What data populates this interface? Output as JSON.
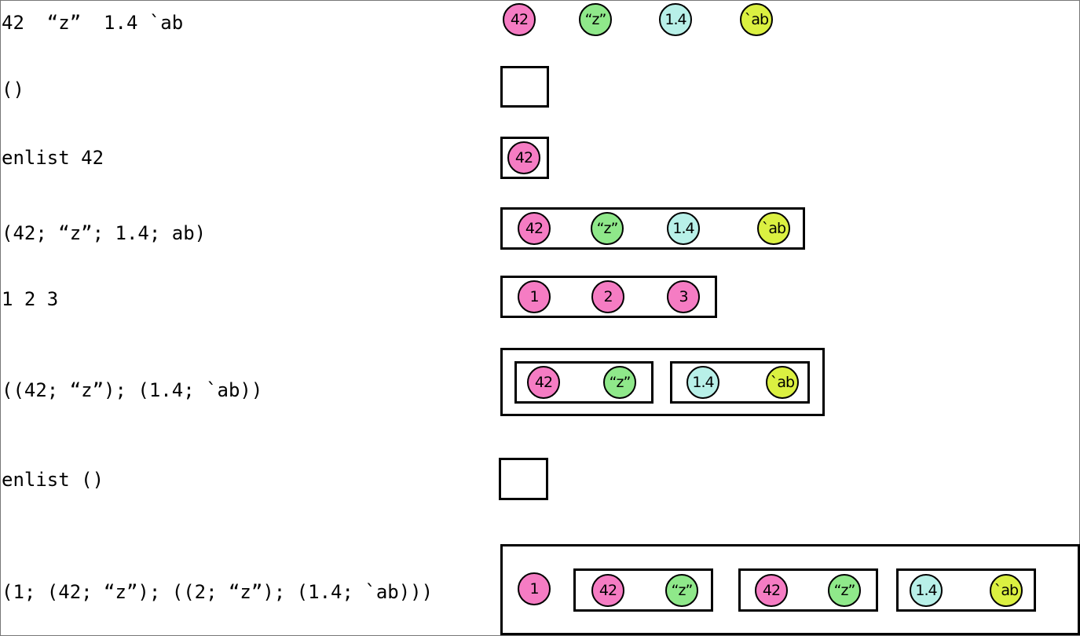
{
  "rows": [
    {
      "expression": "42  “z”  1.4 `ab"
    },
    {
      "expression": "()"
    },
    {
      "expression": "enlist 42"
    },
    {
      "expression": "(42; “z”; 1.4; ab)"
    },
    {
      "expression": "1 2 3"
    },
    {
      "expression": "((42; “z”); (1.4; `ab))"
    },
    {
      "expression": "enlist ()"
    },
    {
      "expression": "(1; (42; “z”); ((2; “z”); (1.4; `ab)))"
    }
  ],
  "atoms": {
    "r1_a1": "42",
    "r1_a2": "“z”",
    "r1_a3": "1.4",
    "r1_a4": "`ab",
    "r3_a1": "42",
    "r4_a1": "42",
    "r4_a2": "“z”",
    "r4_a3": "1.4",
    "r4_a4": "`ab",
    "r5_a1": "1",
    "r5_a2": "2",
    "r5_a3": "3",
    "r6_a1": "42",
    "r6_a2": "“z”",
    "r6_a3": "1.4",
    "r6_a4": "`ab",
    "r8_a1": "1",
    "r8_a2": "42",
    "r8_a3": "“z”",
    "r8_a4": "42",
    "r8_a5": "“z”",
    "r8_a6": "1.4",
    "r8_a7": "`ab"
  },
  "colors": {
    "long": "#f57cc3",
    "char": "#8fe88a",
    "float": "#b8f0e8",
    "symbol": "#dbf041"
  }
}
